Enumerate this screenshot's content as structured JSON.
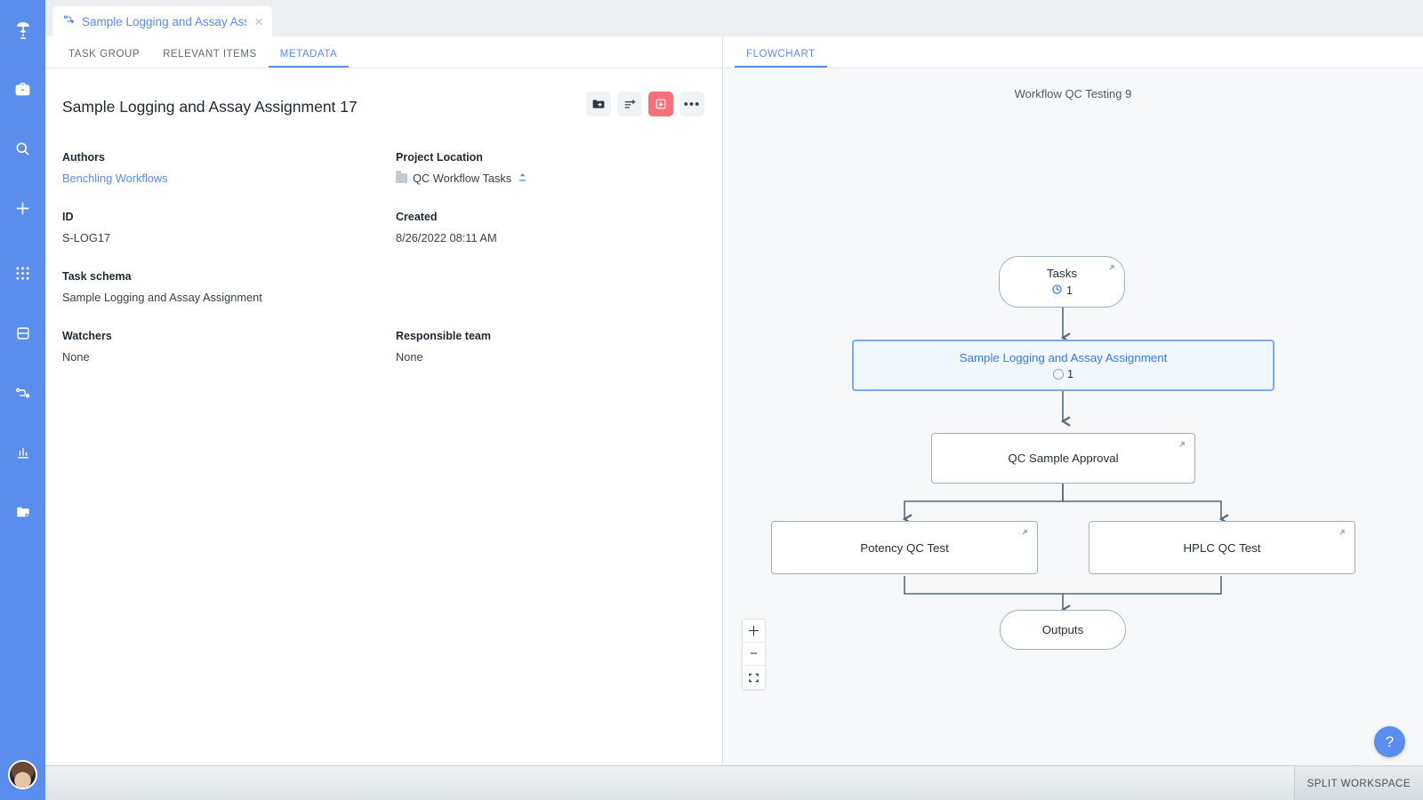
{
  "sidebar": {
    "items": [
      {
        "name": "benchling-logo-icon",
        "label": "Benchling"
      },
      {
        "name": "notebook-icon",
        "label": "Notebook"
      },
      {
        "name": "search-icon",
        "label": "Search"
      },
      {
        "name": "plus-icon",
        "label": "Create"
      },
      {
        "name": "apps-grid-icon",
        "label": "Apps"
      },
      {
        "name": "registry-icon",
        "label": "Registry"
      },
      {
        "name": "workflows-icon",
        "label": "Workflows"
      },
      {
        "name": "insights-chart-icon",
        "label": "Insights"
      },
      {
        "name": "projects-folder-icon",
        "label": "Projects"
      }
    ],
    "avatar_label": "User avatar"
  },
  "tabstrip": {
    "tab_icon": "workflow-icon",
    "tab_title": "Sample Logging and Assay Ass...",
    "close_label": "×"
  },
  "left_pane": {
    "tabs": [
      {
        "label": "TASK GROUP",
        "active": false
      },
      {
        "label": "RELEVANT ITEMS",
        "active": false
      },
      {
        "label": "METADATA",
        "active": true
      }
    ],
    "title": "Sample Logging and Assay Assignment 17",
    "actions": [
      {
        "name": "move-to-folder-button",
        "icon": "folder-arrow-icon"
      },
      {
        "name": "sort-filter-button",
        "icon": "sliders-icon"
      },
      {
        "name": "archive-button",
        "icon": "archive-down-icon"
      },
      {
        "name": "more-options-button",
        "icon": "ellipsis-icon",
        "glyph": "•••"
      }
    ],
    "fields": [
      {
        "label": "Authors",
        "value": "Benchling Workflows",
        "kind": "link"
      },
      {
        "label": "Project Location",
        "value": "QC Workflow Tasks",
        "kind": "folder"
      },
      {
        "label": "ID",
        "value": "S-LOG17",
        "kind": "text"
      },
      {
        "label": "Created",
        "value": "8/26/2022 08:11 AM",
        "kind": "text"
      },
      {
        "label": "Task schema",
        "value": "Sample Logging and Assay Assignment",
        "kind": "text"
      },
      {
        "label": "",
        "value": "",
        "kind": "empty"
      },
      {
        "label": "Watchers",
        "value": "None",
        "kind": "text"
      },
      {
        "label": "Responsible team",
        "value": "None",
        "kind": "text"
      }
    ]
  },
  "right_pane": {
    "tabs": [
      {
        "label": "FLOWCHART",
        "active": true
      }
    ],
    "flow_title": "Workflow QC Testing 9",
    "nodes": [
      {
        "id": "tasks",
        "label": "Tasks",
        "shape": "pill",
        "selected": false,
        "expand": true,
        "badge_icon": "clock-icon",
        "badge_value": "1"
      },
      {
        "id": "sample",
        "label": "Sample Logging and Assay Assignment",
        "shape": "rect",
        "selected": true,
        "expand": false,
        "badge_icon": "circle-icon",
        "badge_value": "1"
      },
      {
        "id": "approval",
        "label": "QC Sample Approval",
        "shape": "rect",
        "selected": false,
        "expand": true,
        "badge_icon": "",
        "badge_value": ""
      },
      {
        "id": "potency",
        "label": "Potency QC Test",
        "shape": "rect",
        "selected": false,
        "expand": true,
        "badge_icon": "",
        "badge_value": ""
      },
      {
        "id": "hplc",
        "label": "HPLC QC Test",
        "shape": "rect",
        "selected": false,
        "expand": true,
        "badge_icon": "",
        "badge_value": ""
      },
      {
        "id": "outputs",
        "label": "Outputs",
        "shape": "pill",
        "selected": false,
        "expand": false,
        "badge_icon": "",
        "badge_value": ""
      }
    ],
    "zoom_controls": [
      {
        "name": "zoom-in-button",
        "glyph": "＋"
      },
      {
        "name": "zoom-out-button",
        "glyph": "−"
      },
      {
        "name": "fit-view-button",
        "glyph": "⛶"
      }
    ]
  },
  "bottom_bar": {
    "split_workspace_label": "SPLIT WORKSPACE",
    "help_label": "?"
  },
  "colors": {
    "brand_blue": "#5b8def",
    "link_blue": "#3b79ea",
    "node_border": "#9fb1ba",
    "selected_fill": "#f1f7fe",
    "selected_border": "#7fa8f0",
    "danger_red": "#f5707a",
    "canvas_bg": "#f6f8f9"
  }
}
